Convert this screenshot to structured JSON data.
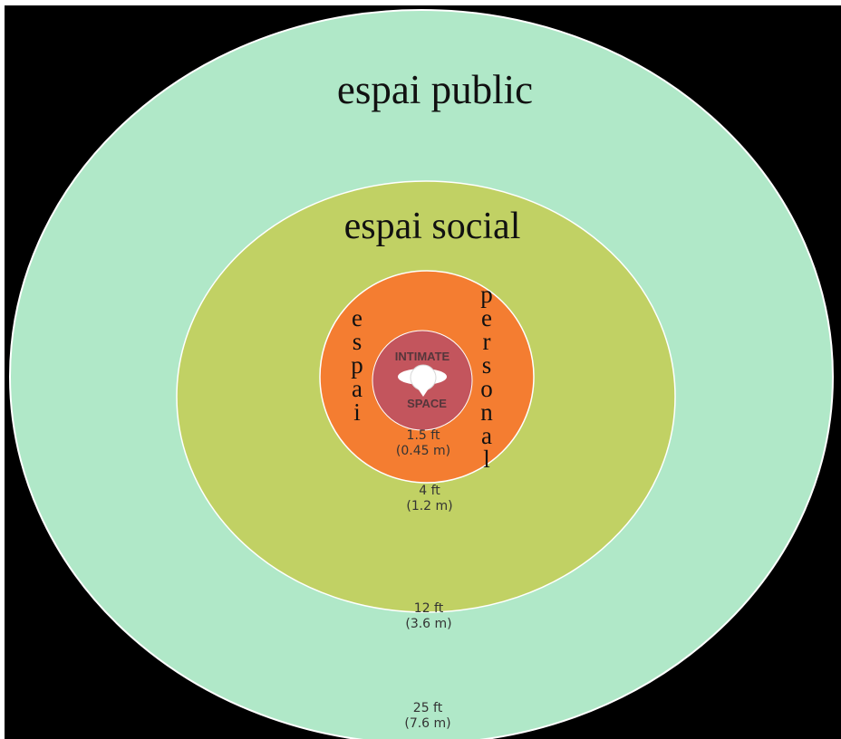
{
  "diagram": {
    "zones": [
      {
        "id": "public",
        "label": "espai public",
        "color": "#b0e8c8",
        "distance": {
          "imperial": "25 ft",
          "metric": "(7.6 m)"
        }
      },
      {
        "id": "social",
        "label": "espai social",
        "color": "#c1d164",
        "distance": {
          "imperial": "12 ft",
          "metric": "(3.6 m)"
        }
      },
      {
        "id": "personal",
        "label_left": "espai",
        "label_right": "personal",
        "color": "#f47d31",
        "distance": {
          "imperial": "4 ft",
          "metric": "(1.2 m)"
        }
      },
      {
        "id": "intimate",
        "label_top": "INTIMATE",
        "label_bottom": "SPACE",
        "color": "#c3555d",
        "distance": {
          "imperial": "1.5 ft",
          "metric": "(0.45 m)"
        }
      }
    ],
    "colors": {
      "background": "#000000",
      "outline": "#ffffff",
      "person_figure": "#ffffff"
    }
  }
}
